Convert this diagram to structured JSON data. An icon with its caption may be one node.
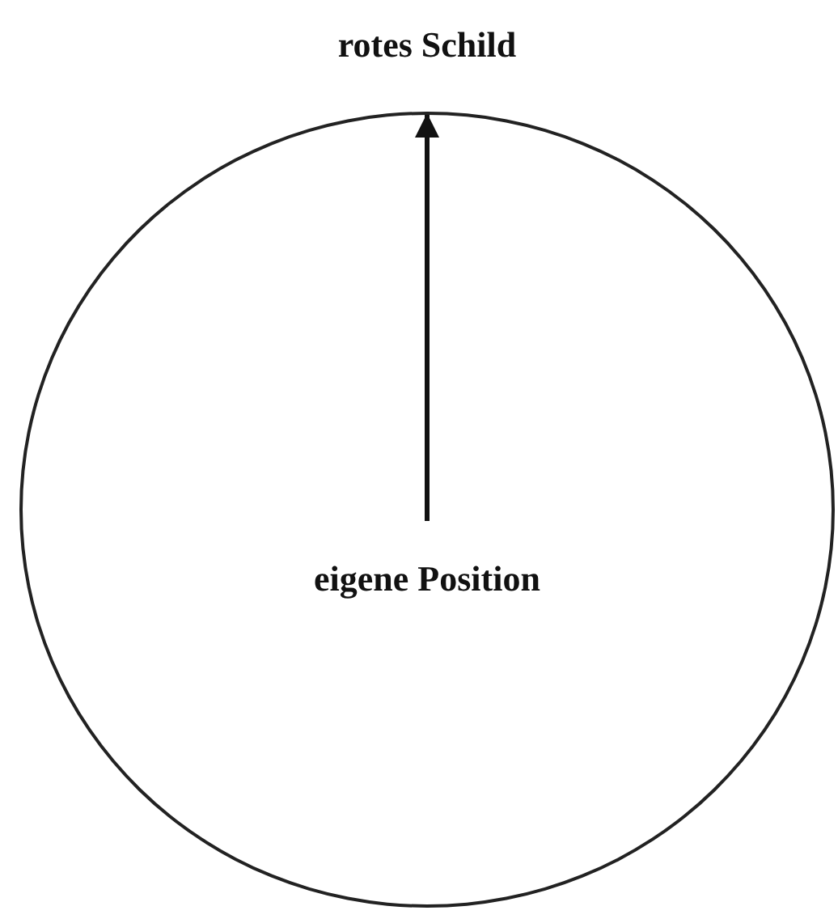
{
  "diagram": {
    "nodes": [
      {
        "text": [],
        "shape": "circle"
      },
      {
        "text": [
          "eigene Position"
        ],
        "in": 0
      },
      {
        "text": [
          "rotes Schild"
        ]
      }
    ],
    "edges": [
      {
        "from": 1,
        "to": 2,
        "arrow": "to"
      }
    ]
  }
}
